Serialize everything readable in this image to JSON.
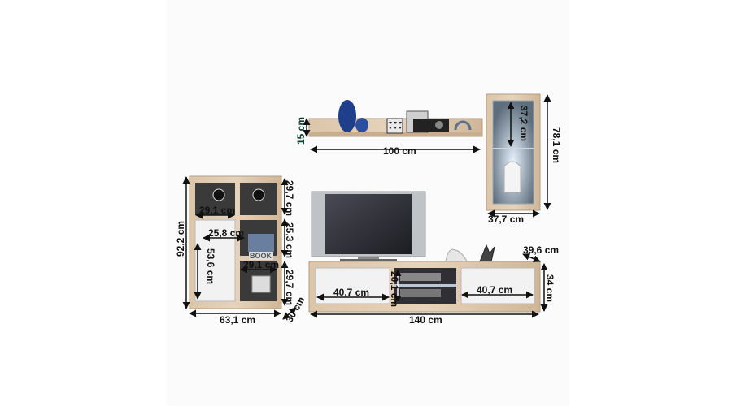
{
  "dimensions": {
    "shelf_width": "100 cm",
    "shelf_height": "15 cm",
    "cabinet_height": "78,1 cm",
    "cabinet_width": "37,7 cm",
    "cabinet_inner": "37,2 cm",
    "left_height": "92,2 cm",
    "left_width": "63,1 cm",
    "left_depth": "30 cm",
    "left_top_compartment": "29,1 cm",
    "left_mid_compartment": "25,8 cm",
    "left_low_compartment": "29,1 cm",
    "left_door_height": "53,6 cm",
    "left_side_top": "29,7 cm",
    "left_side_mid": "25,3 cm",
    "left_side_low": "29,7 cm",
    "tv_width": "140 cm",
    "tv_height": "34 cm",
    "tv_depth": "39,6 cm",
    "tv_left_drawer": "40,7 cm",
    "tv_right_drawer": "40,7 cm",
    "tv_center_shelf": "20,1 cm"
  },
  "decor": {
    "book_text": "BOOK"
  },
  "colors": {
    "oak": "#d9c2a5",
    "oak_dark": "#c7ab8a",
    "white_front": "#f2f2f2",
    "dark_interior": "#3a3a3a"
  }
}
